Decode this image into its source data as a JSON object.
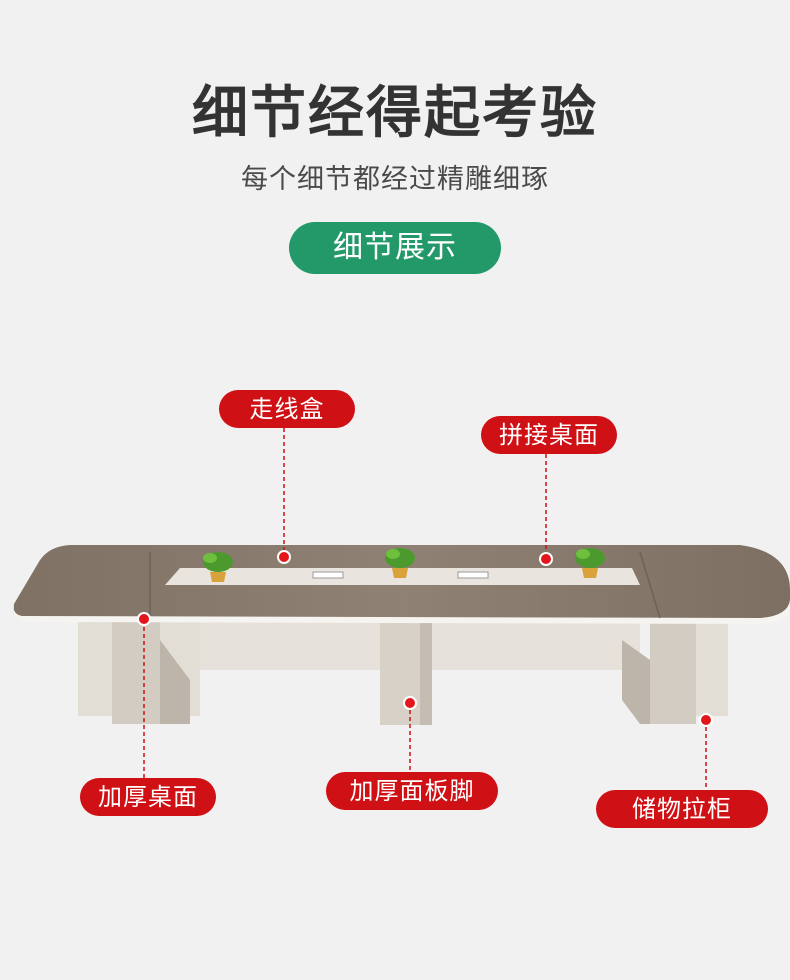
{
  "header": {
    "title": "细节经得起考验",
    "subtitle": "每个细节都经过精雕细琢",
    "section_label": "细节展示"
  },
  "callouts": {
    "cable_box": "走线盒",
    "spliced_top": "拼接桌面",
    "thick_top": "加厚桌面",
    "thick_panel_leg": "加厚面板脚",
    "storage_cabinet": "储物拉柜"
  },
  "colors": {
    "accent_green": "#23996a",
    "callout_red": "#cf1014",
    "tabletop": "#8b7d70",
    "leg_panel": "#dcd6cd",
    "background": "#f1f1f1"
  }
}
